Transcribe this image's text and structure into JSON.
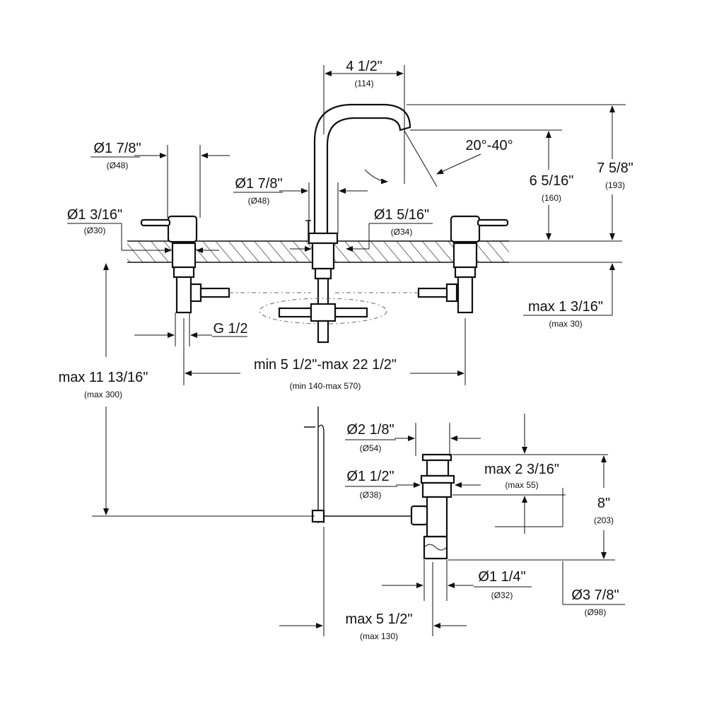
{
  "dimensions": {
    "spout_width": {
      "text": "4 1/2\"",
      "metric": "(114)"
    },
    "handle_dia_left": {
      "text": "Ø1 7/8\"",
      "metric": "(Ø48)"
    },
    "angle": {
      "text": "20°-40°"
    },
    "spout_height": {
      "text": "6 5/16\"",
      "metric": "(160)"
    },
    "total_height": {
      "text": "7 5/8\"",
      "metric": "(193)"
    },
    "spout_base_dia": {
      "text": "Ø1 7/8\"",
      "metric": "(Ø48)"
    },
    "shank_dia": {
      "text": "Ø1 3/16\"",
      "metric": "(Ø30)"
    },
    "spout_neck_dia": {
      "text": "Ø1 5/16\"",
      "metric": "(Ø34)"
    },
    "deck_thickness": {
      "text": "max 1 3/16\"",
      "metric": "(max 30)"
    },
    "thread": {
      "text": "G 1/2"
    },
    "spread": {
      "text": "min 5 1/2\"-max 22 1/2\"",
      "metric": "(min 140-max 570)"
    },
    "depth": {
      "text": "max 11 13/16\"",
      "metric": "(max 300)"
    },
    "drain_flange_dia": {
      "text": "Ø2 1/8\"",
      "metric": "(Ø54)"
    },
    "drain_body_dia": {
      "text": "Ø1 1/2\"",
      "metric": "(Ø38)"
    },
    "drain_thickness": {
      "text": "max 2 3/16\"",
      "metric": "(max 55)"
    },
    "drain_height": {
      "text": "8\"",
      "metric": "(203)"
    },
    "tailpiece_dia": {
      "text": "Ø1 1/4\"",
      "metric": "(Ø32)"
    },
    "nut_dia": {
      "text": "Ø3 7/8\"",
      "metric": "(Ø98)"
    },
    "rod_offset": {
      "text": "max 5 1/2\"",
      "metric": "(max 130)"
    }
  }
}
